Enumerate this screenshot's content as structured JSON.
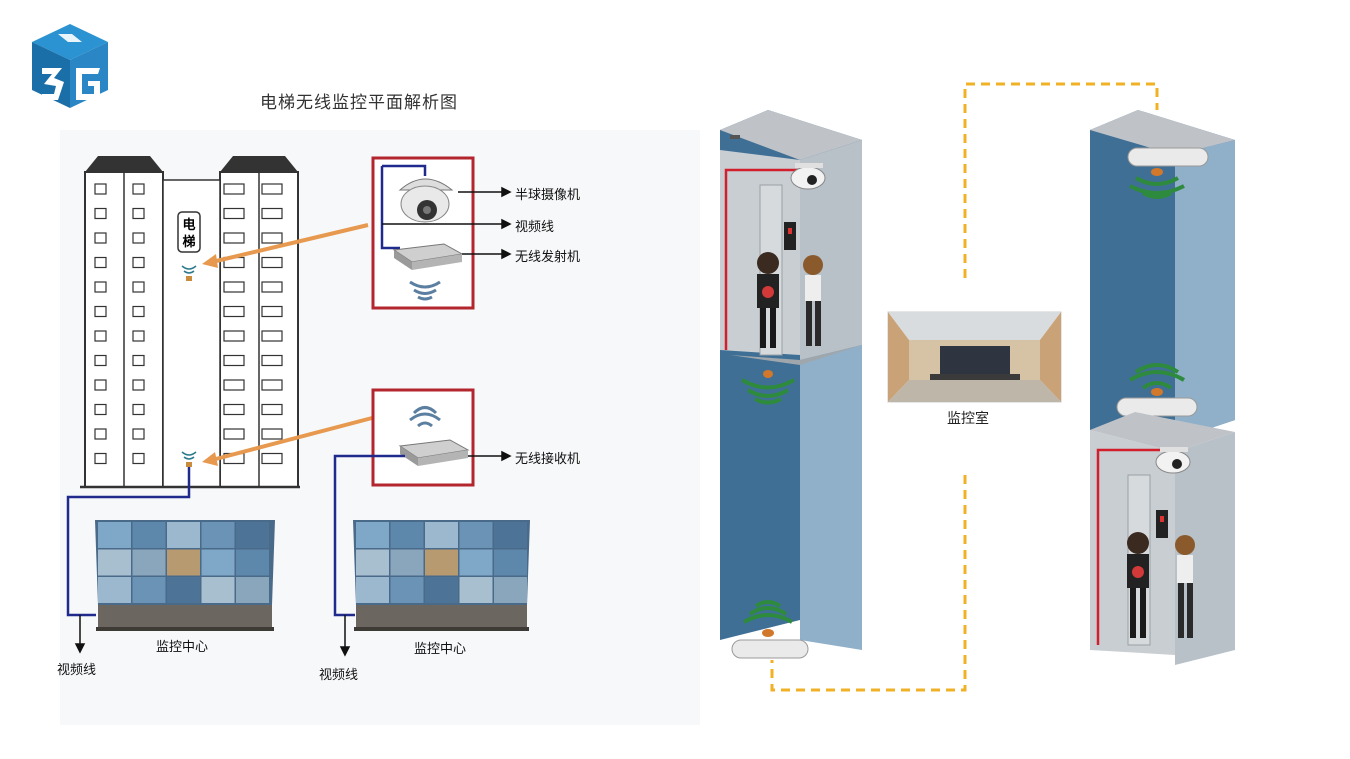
{
  "left_panel": {
    "title": "电梯无线监控平面解析图",
    "elevator_tag": [
      "电",
      "梯"
    ],
    "labels": {
      "dome_camera": "半球摄像机",
      "video_cable": "视频线",
      "wireless_transmitter": "无线发射机",
      "wireless_receiver": "无线接收机"
    },
    "monitor_center_labels": [
      "监控中心",
      "监控中心"
    ],
    "video_cable_bottom_labels": [
      "视频线",
      "视频线"
    ]
  },
  "right_panel": {
    "control_room_label": "监控室"
  },
  "colors": {
    "frame_red": "#b3262e",
    "cable_blue": "#1f2a8c",
    "arrow_orange": "#e79a4f",
    "dashed_link": "#f0b124",
    "signal_green": "#2e8b3e",
    "logo_blue": "#1f7fbf",
    "shaft_blue": "#3f6f95"
  }
}
